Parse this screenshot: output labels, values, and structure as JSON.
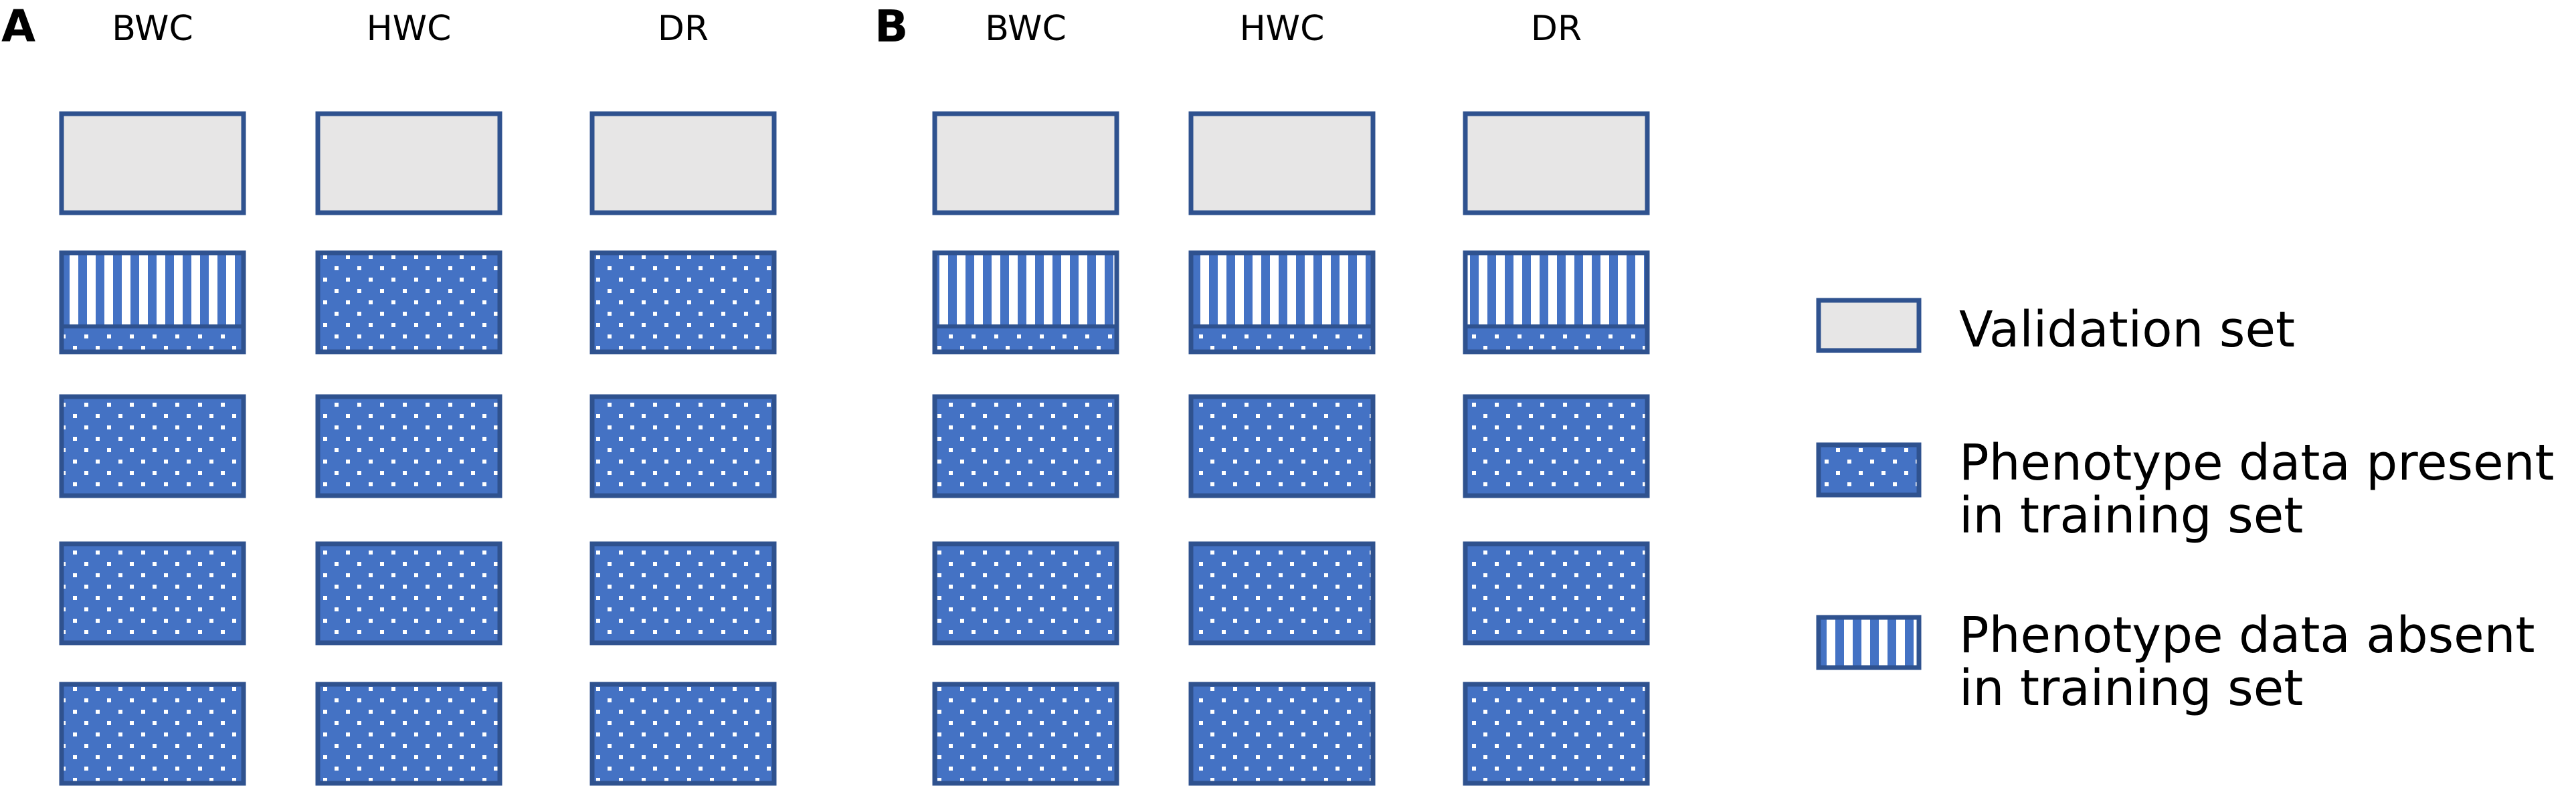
{
  "panels": [
    {
      "letter": "A",
      "columns": [
        "BWC",
        "HWC",
        "DR"
      ],
      "rows": [
        [
          "validation",
          "validation",
          "validation"
        ],
        [
          "absent-partial",
          "present",
          "present"
        ],
        [
          "present",
          "present",
          "present"
        ],
        [
          "present",
          "present",
          "present"
        ],
        [
          "present",
          "present",
          "present"
        ]
      ]
    },
    {
      "letter": "B",
      "columns": [
        "BWC",
        "HWC",
        "DR"
      ],
      "rows": [
        [
          "validation",
          "validation",
          "validation"
        ],
        [
          "absent-partial",
          "absent-partial",
          "absent-partial"
        ],
        [
          "present",
          "present",
          "present"
        ],
        [
          "present",
          "present",
          "present"
        ],
        [
          "present",
          "present",
          "present"
        ]
      ]
    }
  ],
  "legend": [
    {
      "kind": "validation",
      "lines": [
        "Validation set"
      ]
    },
    {
      "kind": "present",
      "lines": [
        "Phenotype data present",
        "in training set"
      ]
    },
    {
      "kind": "absent",
      "lines": [
        "Phenotype data absent",
        "in training set"
      ]
    }
  ],
  "colors": {
    "box_fill_blue": "#4472c4",
    "box_border": "#2f528f",
    "validation_fill": "#e7e6e6",
    "pattern_light": "#ffffff",
    "text": "#000000"
  }
}
